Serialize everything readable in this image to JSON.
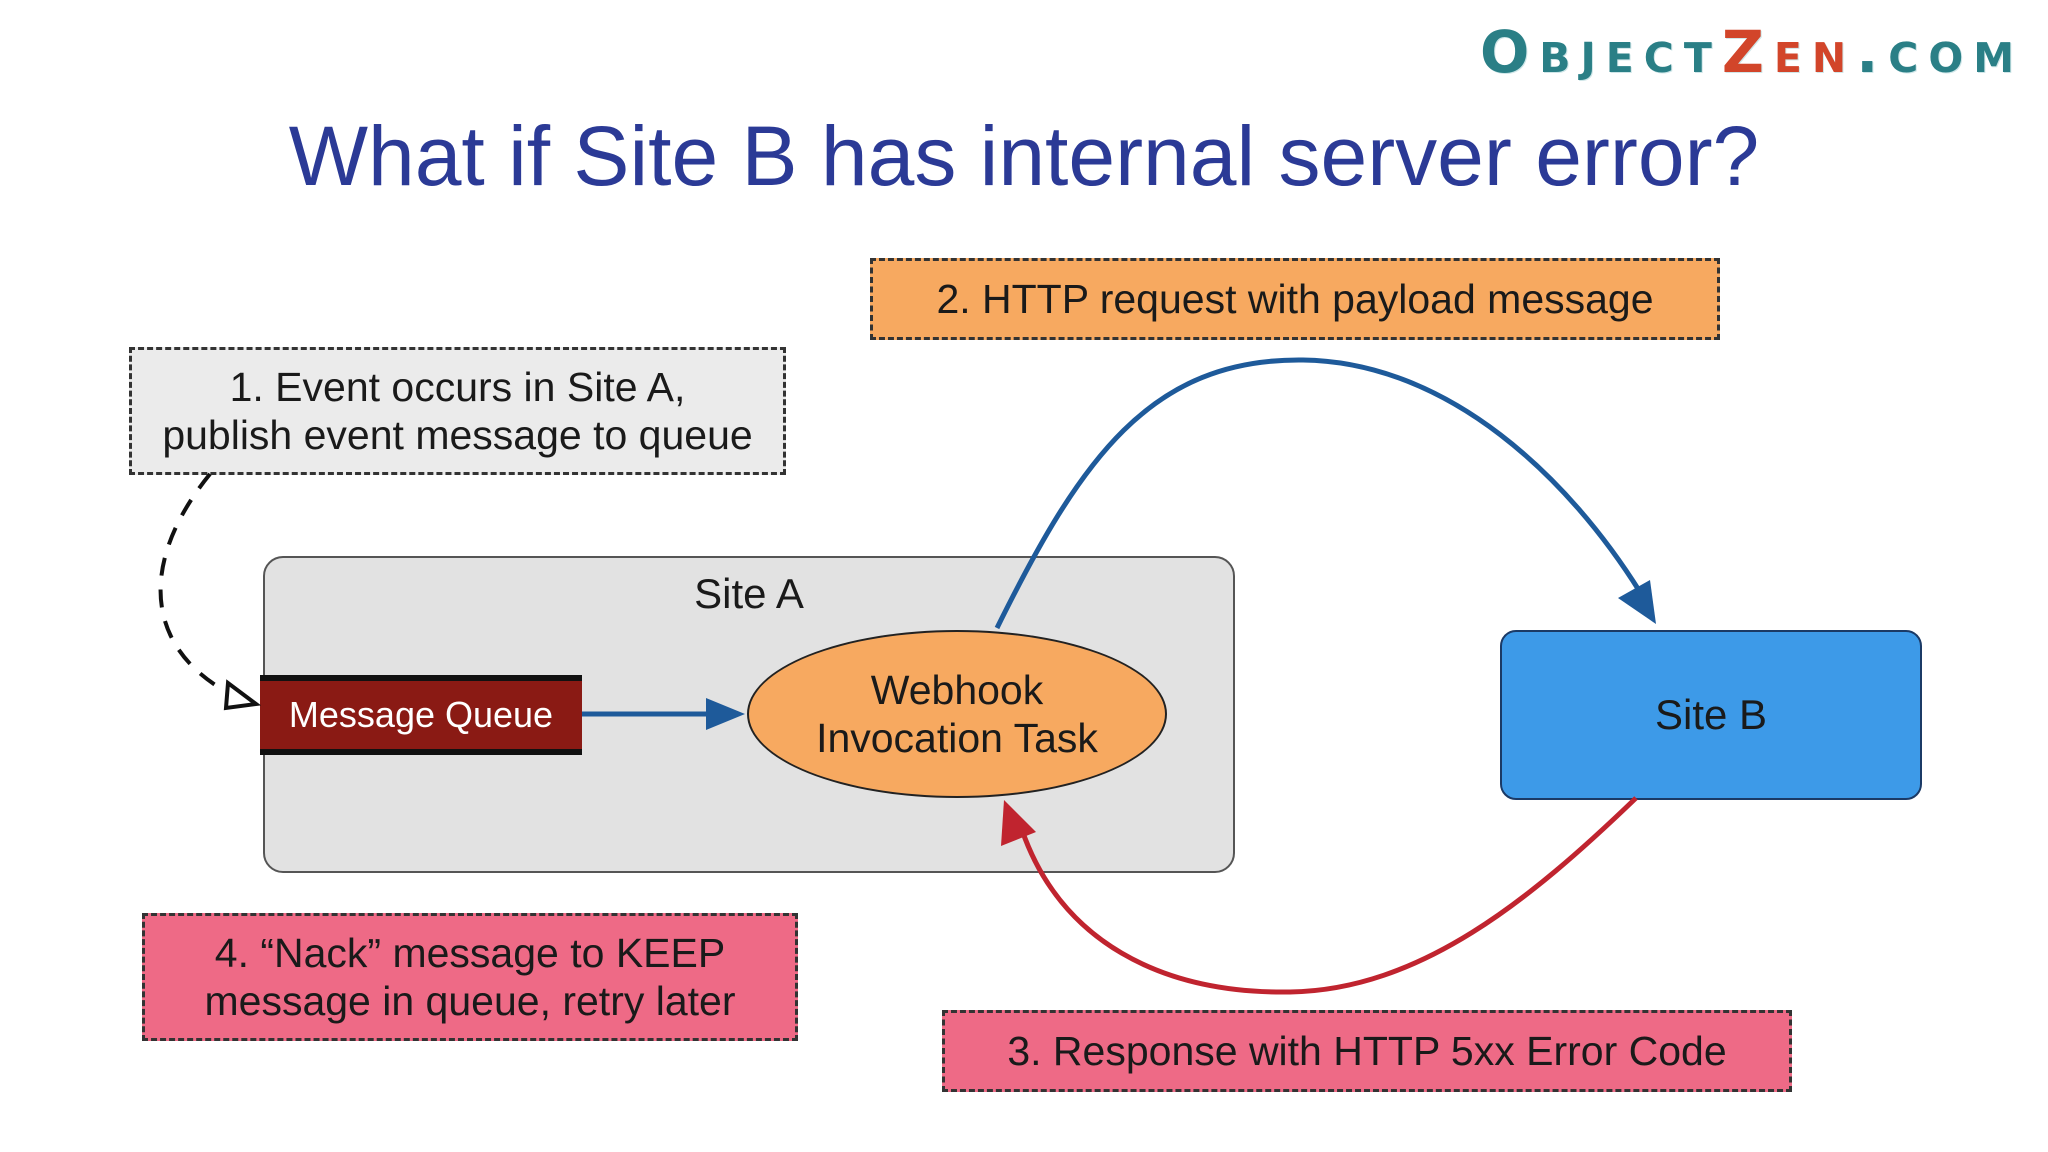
{
  "brand": {
    "main": "ObjectZen.com",
    "part1": "Object",
    "part2": "Zen",
    "part3": ".com"
  },
  "title": "What if Site B has internal server error?",
  "notes": {
    "step1": [
      "1. Event occurs in Site A,",
      "publish event message to queue"
    ],
    "step2": "2. HTTP request with payload message",
    "step3": "3. Response with HTTP 5xx Error Code",
    "step4": [
      "4. “Nack” message to KEEP",
      "message in queue, retry later"
    ]
  },
  "site_a": {
    "label": "Site A",
    "queue": "Message Queue",
    "task": [
      "Webhook",
      "Invocation Task"
    ]
  },
  "site_b": {
    "label": "Site B"
  },
  "colors": {
    "title": "#2b3a96",
    "brand_teal": "#2a7f86",
    "brand_red": "#d2452a",
    "request_arrow": "#1e5a9a",
    "response_arrow": "#c0242f",
    "orange": "#f7a960",
    "pink": "#ee6a86",
    "site_b": "#3d9ae8",
    "queue": "#8a1a14"
  }
}
